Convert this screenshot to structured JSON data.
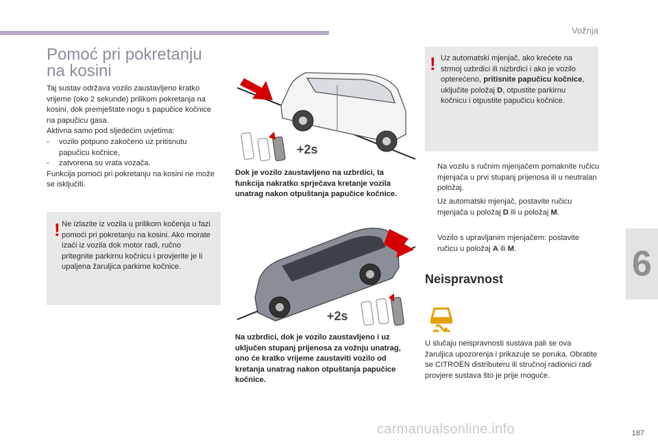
{
  "header": {
    "section": "Vožnja",
    "page_number": "187",
    "chapter": "6"
  },
  "watermark": "carmanualsonline.info",
  "main": {
    "title": "Pomoć pri pokretanju na kosini",
    "intro": [
      "Taj sustav održava vozilo zaustavljeno kratko vrijeme (oko 2 sekunde) prilikom pokretanja na kosini, dok premještate nogu s papučice kočnice na papučicu gasa.",
      "Aktivna samo pod sljedećim uvjetima:"
    ],
    "conditions": [
      {
        "marker": "-",
        "text": "vozilo potpuno zakočeno uz pritisnutu papučicu kočnice,"
      },
      {
        "marker": "-",
        "text": "zatvorena su vrata vozača."
      }
    ],
    "outro": "Funkcija pomoći pri pokretanju na kosini ne može se isključiti.",
    "warning1": "Ne izlazite iz vozila u prilikom kočenja u fazi pomoći pri pokretanju na kosini. Ako morate izaći iz vozila dok motor radi, ručno pritegnite parkirnu kočnicu i provjerite je li upaljena žaruljica parkirne kočnice.",
    "warning_mark": "!"
  },
  "figures": {
    "badge": "+2s",
    "caption1": "Dok je vozilo zaustavljeno na uzbrdici, ta funkcija nakratko sprječava kretanje vozila unatrag nakon otpuštanja papučice kočnice.",
    "caption2": "Na uzbrdici, dok je vozilo zaustavljeno i uz uključen stupanj prijenosa za vožnju unatrag, ono će kratko vrijeme zaustaviti vozilo od kretanja unatrag nakon otpuštanja papučice kočnice."
  },
  "right": {
    "warning2": {
      "pre": "Uz automatski mjenjač, ako krećete na strmoj uzbrdici ili nizbrdici i ako je vozilo opterećeno, ",
      "bold": "pritisnite papučicu kočnice",
      "post": ", uključite položaj ",
      "gear": "D",
      "end": ", otpustite parkirnu kočnicu i otpustite papučicu kočnice."
    },
    "bullet_marker": "",
    "bullets": [
      {
        "text": "Na vozilu s ručnim mjenjačem pomaknite ručicu mjenjača u prvi stupanj prijenosa ili u neutralan položaj."
      },
      {
        "pre": "Uz automatski mjenjač, postavite ručicu mjenjača u položaj ",
        "g1": "D",
        "mid": " ili u položaj ",
        "g2": "M",
        "end": "."
      },
      {
        "pre": "Vozilo s upravljanim mjenjačem: postavite ručicu u položaj ",
        "g1": "A",
        "mid": " ili ",
        "g2": "M",
        "end": "."
      }
    ],
    "fault_heading": "Neispravnost",
    "fault_text": "U slučaju neispravnosti sustava pali se ova žaruljica upozorenja i prikazuje se poruka. Obratite se CITROËN distributeru ili stručnoj radionici radi provjere sustava što je prije moguće."
  },
  "colors": {
    "accent_bar": "#b8aac4",
    "title": "#8f8a9c",
    "warning": "#d40000",
    "box": "#e8e8e8",
    "fault_lamp": "#e3a000",
    "arrow": "#d40000"
  }
}
